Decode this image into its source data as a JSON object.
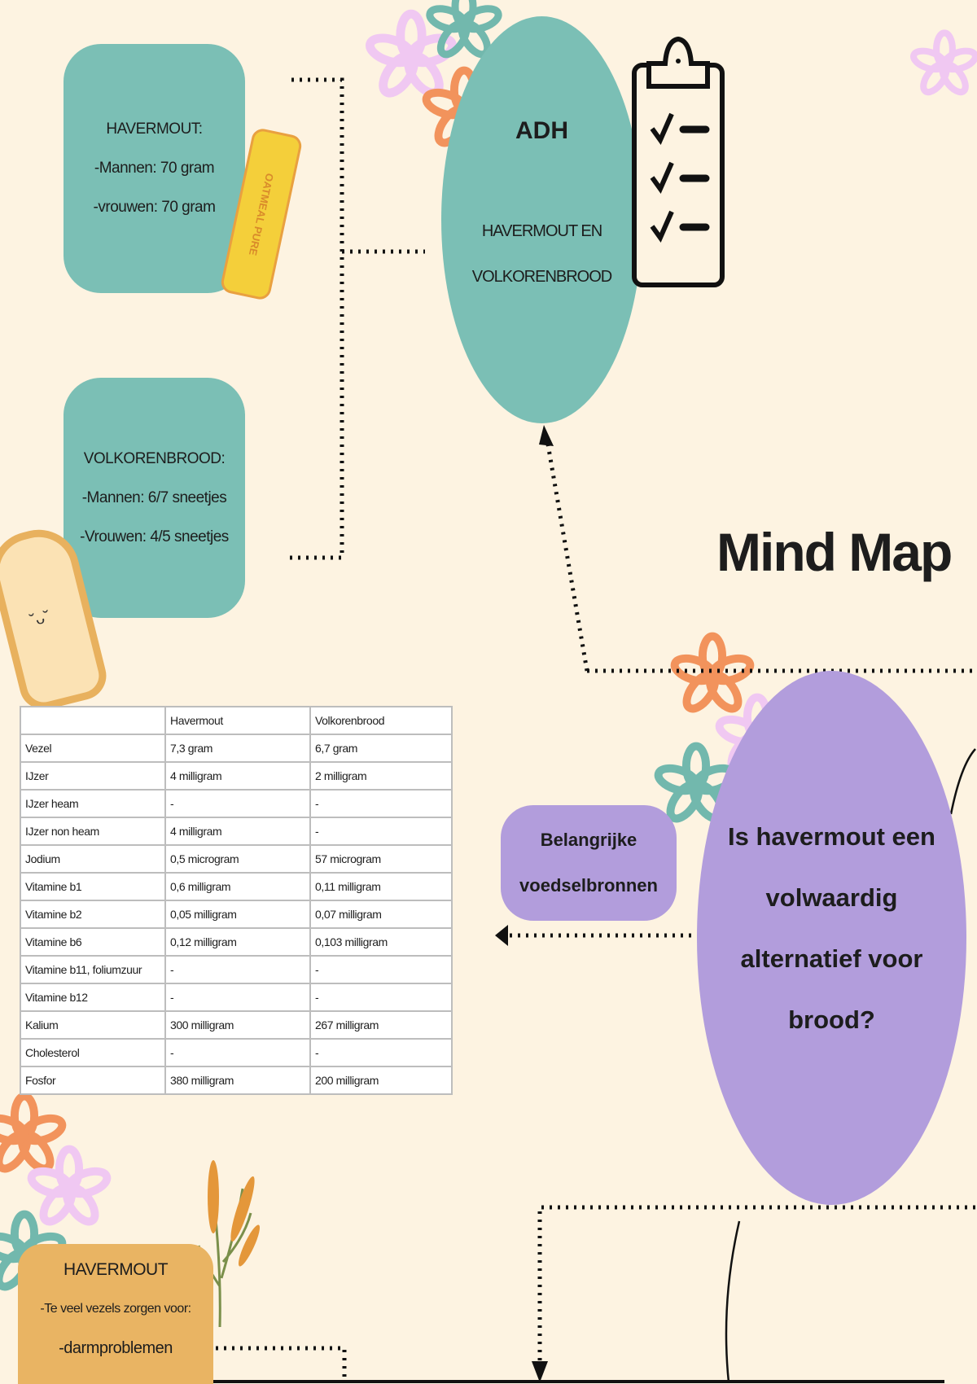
{
  "colors": {
    "background": "#fdf3e1",
    "teal": "#7bbfb5",
    "purple": "#b29ddc",
    "orange": "#e9b463"
  },
  "havermout_box": {
    "title": "HAVERMOUT:",
    "lines": [
      "-Mannen: 70 gram",
      "-vrouwen: 70 gram"
    ]
  },
  "volkorenbrood_box": {
    "title": "VOLKORENBROOD:",
    "lines": [
      "-Mannen: 6/7 sneetjes",
      "-Vrouwen: 4/5 sneetjes"
    ]
  },
  "adh_circle": {
    "title": "ADH",
    "lines": [
      "HAVERMOUT EN",
      "VOLKORENBROOD"
    ]
  },
  "can_label": "OATMEAL PURE",
  "main_title": "Mind Map",
  "central_question": [
    "Is havermout een",
    "volwaardig",
    "alternatief voor",
    "brood?"
  ],
  "sources_pill": [
    "Belangrijke",
    "voedselbronnen"
  ],
  "nutrition_table": {
    "headers": [
      "",
      "Havermout",
      "Volkorenbrood"
    ],
    "rows": [
      [
        "Vezel",
        "7,3 gram",
        "6,7 gram"
      ],
      [
        "IJzer",
        "4 milligram",
        "2 milligram"
      ],
      [
        "IJzer heam",
        "-",
        "-"
      ],
      [
        "IJzer non heam",
        "4 milligram",
        "-"
      ],
      [
        "Jodium",
        "0,5 microgram",
        "57 microgram"
      ],
      [
        "Vitamine b1",
        "0,6 milligram",
        "0,11 milligram"
      ],
      [
        "Vitamine b2",
        "0,05 milligram",
        "0,07 milligram"
      ],
      [
        "Vitamine b6",
        "0,12 milligram",
        "0,103 milligram"
      ],
      [
        "Vitamine b11, foliumzuur",
        "-",
        "-"
      ],
      [
        "Vitamine b12",
        "-",
        "-"
      ],
      [
        "Kalium",
        "300 milligram",
        "267 milligram"
      ],
      [
        "Cholesterol",
        "-",
        "-"
      ],
      [
        "Fosfor",
        "380 milligram",
        "200 milligram"
      ]
    ]
  },
  "havermout_downside_box": {
    "title": "HAVERMOUT",
    "lines": [
      "-Te veel vezels zorgen voor:",
      "-darmproblemen"
    ]
  }
}
